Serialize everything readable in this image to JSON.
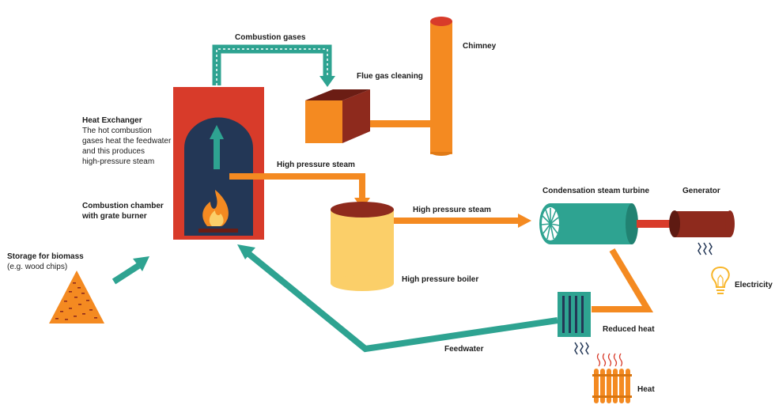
{
  "colors": {
    "teal": "#2ea391",
    "orange": "#f48a21",
    "red_chamber": "#d83b2a",
    "navy": "#233756",
    "brown": "#8e2a1d",
    "boiler_yellow": "#fbcf69",
    "bulb_yellow": "#f8b62b"
  },
  "icons": [
    "flame-icon",
    "radiator-icon",
    "light-bulb-icon",
    "heat-wave-icon",
    "biomass-pile-icon"
  ],
  "labels": {
    "combustion_gases": "Combustion gases",
    "flue_gas_cleaning": "Flue gas cleaning",
    "chimney": "Chimney",
    "heat_exchanger_title": "Heat Exchanger",
    "heat_exchanger_desc": [
      "The hot combustion",
      "gases heat the feedwater",
      "and this produces",
      "high-pressure steam"
    ],
    "high_pressure_steam_1": "High pressure steam",
    "high_pressure_steam_2": "High pressure steam",
    "combustion_chamber": [
      "Combustion chamber",
      "with grate burner"
    ],
    "storage_title": "Storage for biomass",
    "storage_sub": "(e.g. wood chips)",
    "condensation_turbine": "Condensation steam turbine",
    "generator": "Generator",
    "high_pressure_boiler": "High pressure boiler",
    "electricity": "Electricity",
    "reduced_heat": "Reduced heat",
    "feedwater": "Feedwater",
    "heat": "Heat"
  }
}
